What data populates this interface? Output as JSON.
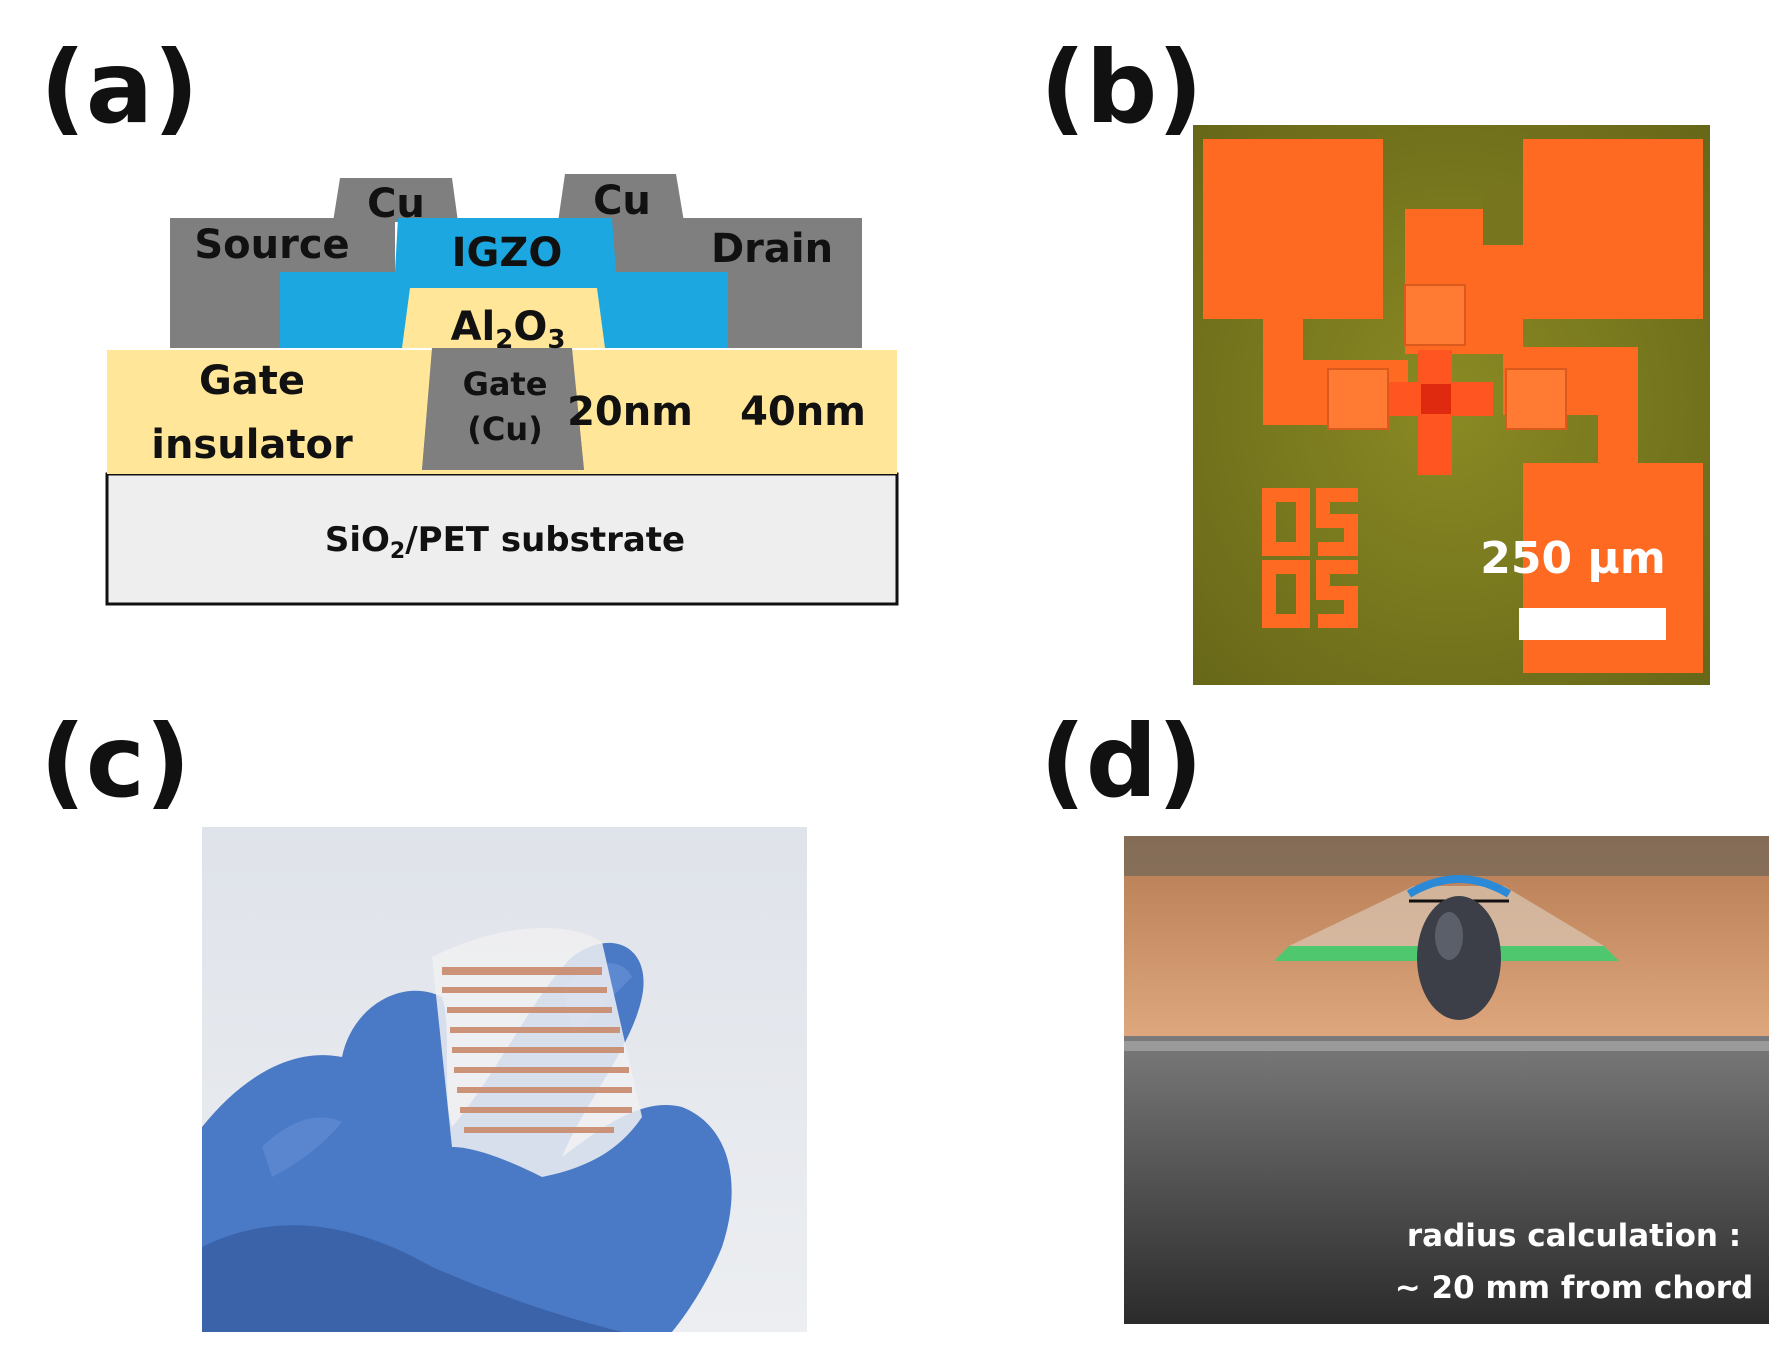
{
  "panels": {
    "a": {
      "label": "(a)",
      "layers": {
        "cu_left": "Cu",
        "cu_right": "Cu",
        "source": "Source",
        "drain": "Drain",
        "igzo": "IGZO",
        "al2o3_base": "Al",
        "al2o3_sub1": "2",
        "al2o3_mid": "O",
        "al2o3_sub2": "3",
        "gate_line1": "Gate",
        "gate_line2": "(Cu)",
        "gate_insulator_line1": "Gate",
        "gate_insulator_line2": "insulator",
        "thickness_1": "20nm",
        "thickness_2": "40nm",
        "substrate_pre": "SiO",
        "substrate_sub": "2",
        "substrate_post": "/PET substrate"
      },
      "colors": {
        "electrode": "#7f7f7f",
        "igzo": "#1ca7e0",
        "insulator": "#ffe699",
        "substrate": "#eeeeee"
      }
    },
    "b": {
      "label": "(b)",
      "scale_bar": "250 µm",
      "chip_marks": [
        "05",
        "05"
      ],
      "colors": {
        "background": "#7a7a1e",
        "copper": "#ff6a22"
      }
    },
    "c": {
      "label": "(c)"
    },
    "d": {
      "label": "(d)",
      "annotation_line1": "radius  calculation :",
      "annotation_line2": "~ 20 mm from chord"
    }
  }
}
